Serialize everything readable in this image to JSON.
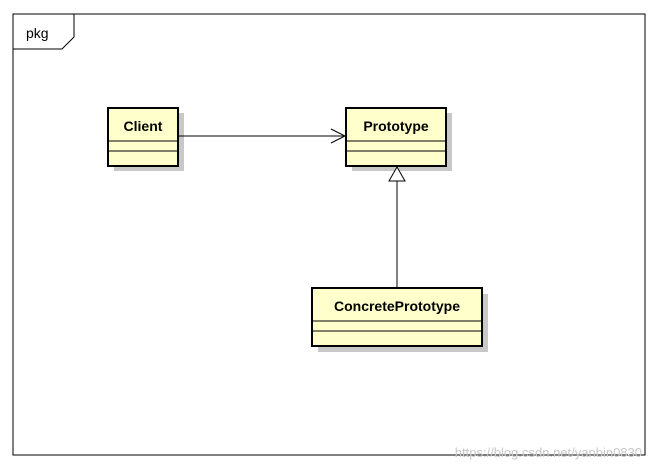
{
  "package": {
    "label": "pkg"
  },
  "classes": {
    "client": {
      "name": "Client"
    },
    "prototype": {
      "name": "Prototype"
    },
    "concrete_prototype": {
      "name": "ConcretePrototype"
    }
  },
  "relations": [
    {
      "from": "Client",
      "to": "Prototype",
      "kind": "association"
    },
    {
      "from": "ConcretePrototype",
      "to": "Prototype",
      "kind": "generalization"
    }
  ],
  "colors": {
    "class_fill": "#ffffcc",
    "class_border": "#000000",
    "shadow": "#c8c8c8",
    "frame": "#000000"
  },
  "watermark": {
    "text": "https://blog.csdn.net/yanbin0830"
  }
}
